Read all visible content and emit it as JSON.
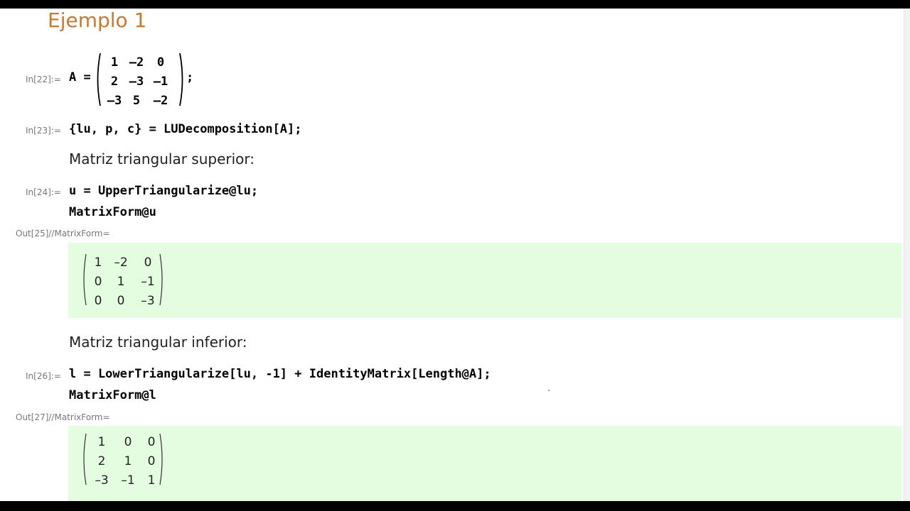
{
  "section_title": "Ejemplo 1",
  "cells": {
    "in22": {
      "label": "In[22]:=",
      "lhs": "A = ",
      "matrix": [
        [
          "1",
          "-2",
          "0"
        ],
        [
          "2",
          "-3",
          "-1"
        ],
        [
          "-3",
          "5",
          "-2"
        ]
      ],
      "suffix": ";"
    },
    "in23": {
      "label": "In[23]:=",
      "code": "{lu, p, c} = LUDecomposition[A];"
    },
    "text1": "Matriz triangular superior:",
    "in24": {
      "label": "In[24]:=",
      "line1": "u = UpperTriangularize@lu;",
      "line2": "MatrixForm@u"
    },
    "out25": {
      "label": "Out[25]//MatrixForm=",
      "matrix": [
        [
          "1",
          "-2",
          "0"
        ],
        [
          "0",
          "1",
          "-1"
        ],
        [
          "0",
          "0",
          "-3"
        ]
      ]
    },
    "text2": "Matriz triangular inferior:",
    "in26": {
      "label": "In[26]:=",
      "line1": "l = LowerTriangularize[lu, -1] + IdentityMatrix[Length@A];",
      "line2": "MatrixForm@l"
    },
    "out27": {
      "label": "Out[27]//MatrixForm=",
      "matrix": [
        [
          "1",
          "0",
          "0"
        ],
        [
          "2",
          "1",
          "0"
        ],
        [
          "-3",
          "-1",
          "1"
        ]
      ]
    }
  },
  "colors": {
    "title": "#c77a2e",
    "output_background": "#e4fde0",
    "label": "#777777"
  }
}
